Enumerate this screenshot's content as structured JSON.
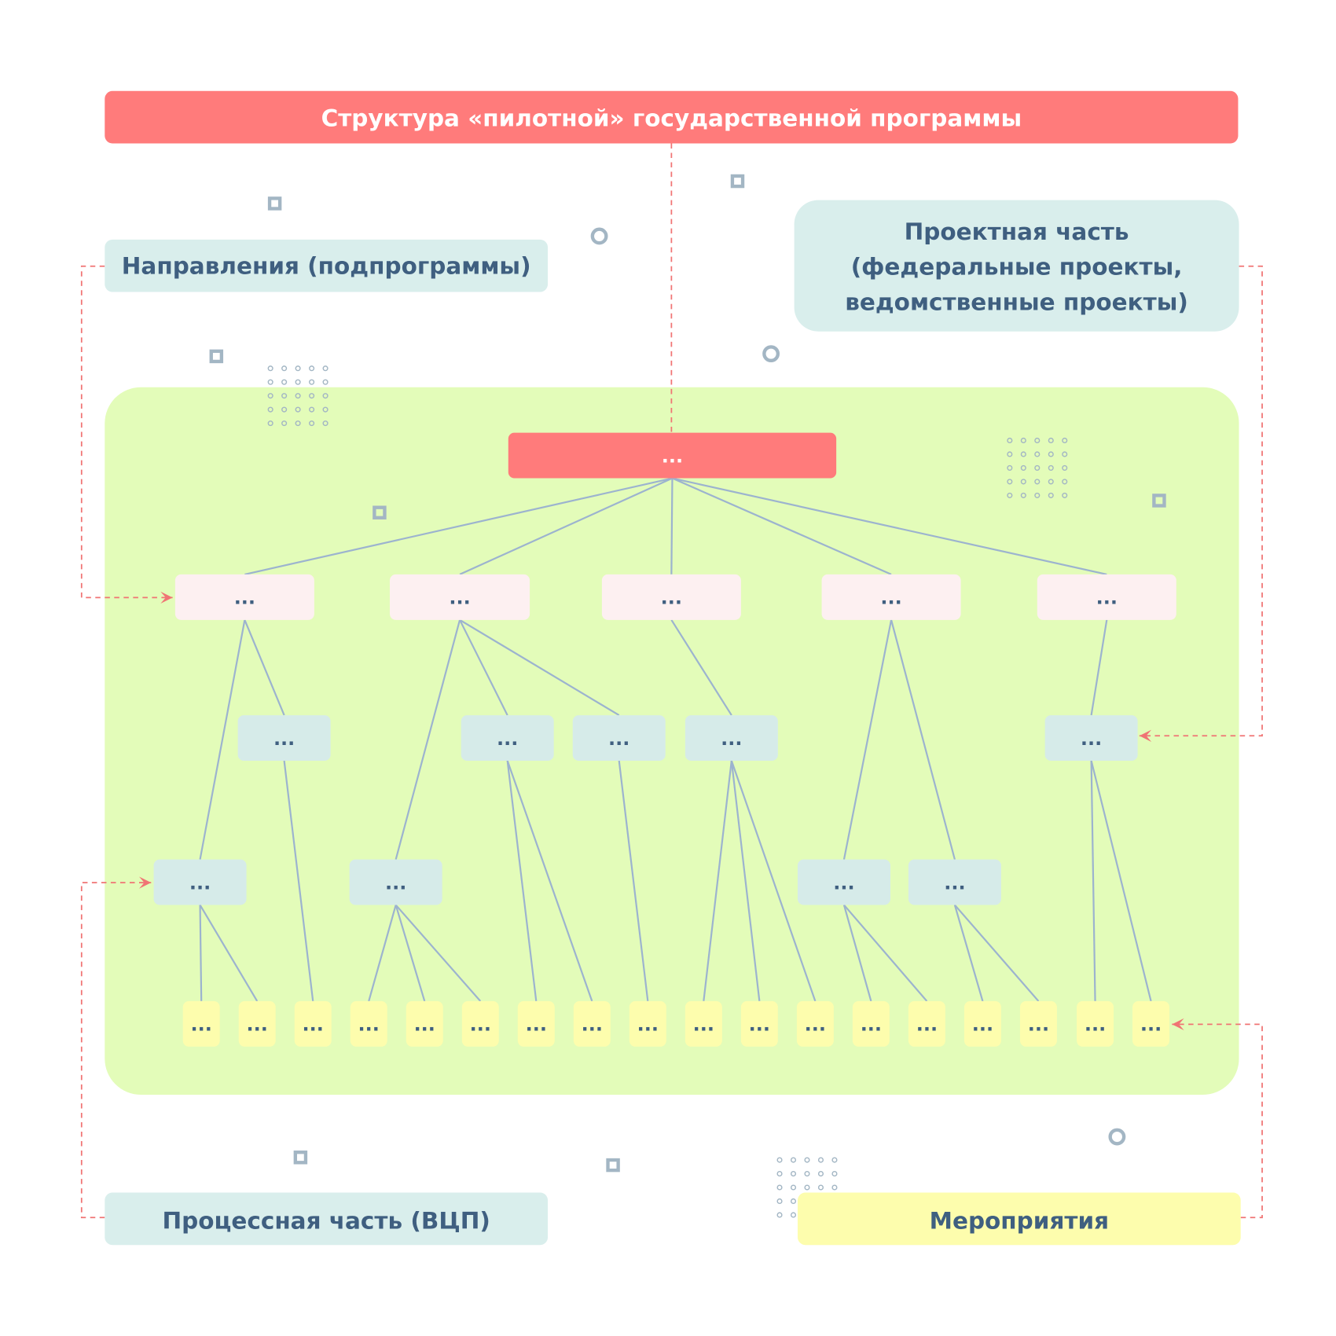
{
  "title": "Структура «пилотной» государственной программы",
  "labels": {
    "directions": "Направления (подпрограммы)",
    "project_part": [
      "Проектная часть",
      "(федеральные проекты,",
      "ведомственные проекты)"
    ],
    "process_part": "Процессная часть (ВЦП)",
    "activities": "Мероприятия"
  },
  "node_text": "...",
  "colors": {
    "title_bg": "#ff7b7b",
    "label_bg": "#d9eeec",
    "label_text": "#3f5f80",
    "canvas_bg": "#e3fcb9",
    "subprogram_bg": "#fdf0f1",
    "block_bg": "#d6ebe9",
    "activity_bg": "#fdfdad",
    "connector": "#9cb3cf",
    "dashed_arrow": "#f07474",
    "decor": "#a3b6c4"
  },
  "structure": {
    "root": "n0",
    "levels": [
      [
        "n0"
      ],
      [
        "s1",
        "s2",
        "s3",
        "s4",
        "s5"
      ],
      [
        "p1",
        "p2",
        "p3",
        "p4",
        "p5"
      ],
      [
        "c1",
        "c2",
        "c3",
        "c4"
      ],
      [
        "a1",
        "a2",
        "a3",
        "a4",
        "a5",
        "a6",
        "a7",
        "a8",
        "a9",
        "a10",
        "a11",
        "a12",
        "a13",
        "a14",
        "a15",
        "a16",
        "a17",
        "a18"
      ]
    ],
    "edges": [
      [
        "n0",
        "s1"
      ],
      [
        "n0",
        "s2"
      ],
      [
        "n0",
        "s3"
      ],
      [
        "n0",
        "s4"
      ],
      [
        "n0",
        "s5"
      ],
      [
        "s1",
        "p1"
      ],
      [
        "s1",
        "c1"
      ],
      [
        "s2",
        "c2"
      ],
      [
        "s2",
        "p2"
      ],
      [
        "s2",
        "p3"
      ],
      [
        "s3",
        "p4"
      ],
      [
        "s4",
        "c3"
      ],
      [
        "s4",
        "c4"
      ],
      [
        "s5",
        "p5"
      ],
      [
        "p1",
        "a3"
      ],
      [
        "p2",
        "a7"
      ],
      [
        "p2",
        "a8"
      ],
      [
        "p3",
        "a9"
      ],
      [
        "p4",
        "a10"
      ],
      [
        "p4",
        "a11"
      ],
      [
        "p4",
        "a12"
      ],
      [
        "p5",
        "a17"
      ],
      [
        "p5",
        "a18"
      ],
      [
        "c1",
        "a1"
      ],
      [
        "c1",
        "a2"
      ],
      [
        "c2",
        "a4"
      ],
      [
        "c2",
        "a5"
      ],
      [
        "c2",
        "a6"
      ],
      [
        "c3",
        "a13"
      ],
      [
        "c3",
        "a14"
      ],
      [
        "c4",
        "a15"
      ],
      [
        "c4",
        "a16"
      ]
    ],
    "pointers": [
      {
        "from": "directions",
        "to": "s1"
      },
      {
        "from": "project_part",
        "to": "p5"
      },
      {
        "from": "process_part",
        "to": "c1"
      },
      {
        "from": "activities",
        "to": "a18"
      }
    ]
  }
}
